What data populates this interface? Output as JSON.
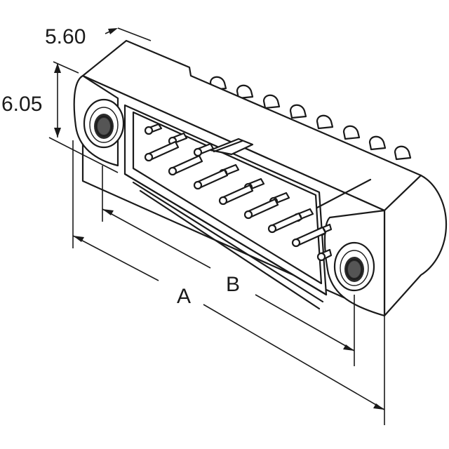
{
  "dimensions": {
    "depth": "5.60",
    "height": "6.05",
    "overall": "A",
    "mount_pitch": "B"
  }
}
